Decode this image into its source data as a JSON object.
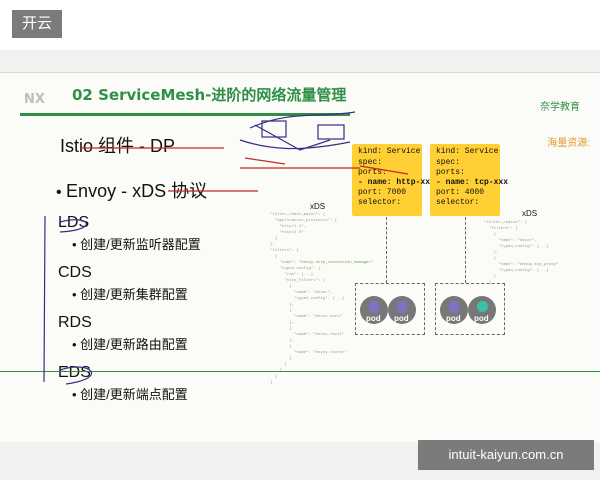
{
  "badge": {
    "text": "开云"
  },
  "slide": {
    "logo": "NX",
    "title": "02 ServiceMesh-进阶的网络流量管理",
    "brand_right": "奈学教育",
    "brand_right2": "海量资源:",
    "heading": "Istio 组件 - DP",
    "subheading": "Envoy - xDS 协议",
    "items": [
      {
        "title": "LDS",
        "desc": "创建/更新监听器配置"
      },
      {
        "title": "CDS",
        "desc": "创建/更新集群配置"
      },
      {
        "title": "RDS",
        "desc": "创建/更新路由配置"
      },
      {
        "title": "EDS",
        "desc": "创建/更新端点配置"
      }
    ],
    "card_left": {
      "lines": [
        "kind: Service",
        "spec:",
        "  ports:",
        "  - name: http-xxx",
        "    port: 7000",
        "  selector:"
      ]
    },
    "card_right": {
      "lines": [
        "kind: Service",
        "spec:",
        "  ports:",
        "  - name: tcp-xxx",
        "    port: 4000",
        "  selector:"
      ]
    },
    "xds_left": "xDS",
    "xds_right": "xDS",
    "pods": [
      "pod",
      "pod",
      "pod",
      "pod"
    ]
  },
  "url_banner": "intuit-kaiyun.com.cn"
}
